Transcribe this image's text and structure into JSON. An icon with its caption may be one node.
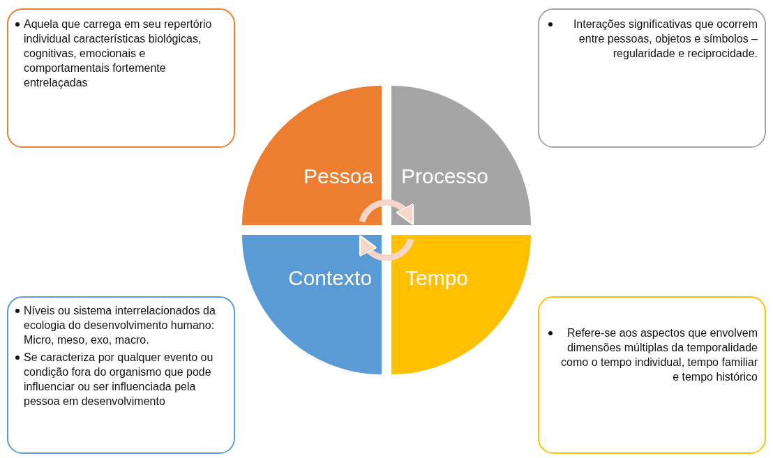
{
  "diagram": {
    "nodes": [
      {
        "text": [
          "Aquela que carrega em seu repertório individual características biológicas, cognitivas, emocionais e comportamentais fortemente entrelaçadas"
        ]
      },
      {
        "text": [
          "Interações significativas que ocorrem entre pessoas, objetos e símbolos – regularidade e reciprocidade."
        ]
      },
      {
        "text": [
          "Pessoa"
        ]
      },
      {
        "text": [
          "Processo"
        ]
      },
      {
        "text": [
          "Contexto"
        ]
      },
      {
        "text": [
          "Tempo"
        ]
      },
      {
        "text": [
          "Níveis ou sistema interrelacionados da ecologia do desenvolvimento humano: Micro, meso, exo, macro.",
          "Se caracteriza por qualquer evento ou condição fora do organismo que pode influenciar ou ser influenciada pela pessoa em desenvolvimento"
        ]
      },
      {
        "text": [
          "Refere-se aos aspectos que envolvem dimensões múltiplas da temporalidade como o tempo individual, tempo familiar e tempo histórico"
        ]
      }
    ],
    "edges": [
      {
        "from": 2,
        "to": 3,
        "arrow": "to"
      },
      {
        "from": 5,
        "to": 4,
        "arrow": "to"
      }
    ]
  }
}
